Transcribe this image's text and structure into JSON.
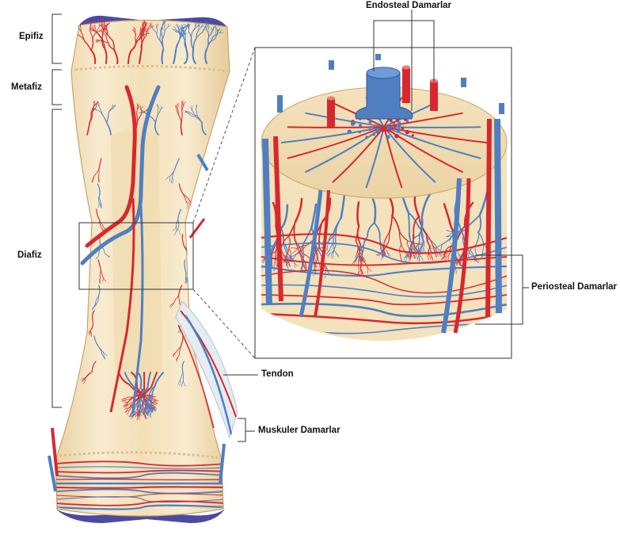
{
  "labels": {
    "epifiz": "Epifiz",
    "metafiz": "Metafiz",
    "diafiz": "Diafiz",
    "endosteal": "Endosteal Damarlar",
    "periosteal": "Periosteal Damarlar",
    "tendon": "Tendon",
    "muskuler": "Muskuler Damarlar"
  },
  "colors": {
    "artery": "#d7282f",
    "vein": "#4f7fc0",
    "bone": "#f6e6c4",
    "cartilage": "#4b4aa3"
  }
}
